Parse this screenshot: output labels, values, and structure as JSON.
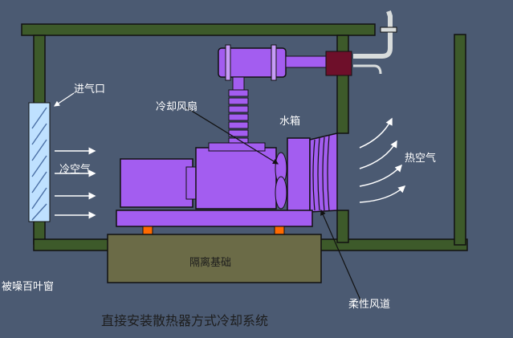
{
  "labels": {
    "air_inlet": "进气口",
    "cooling_fan": "冷却风扇",
    "water_tank": "水箱",
    "cold_air": "冷空气",
    "hot_air": "热空气",
    "isolation_base": "隔离基础",
    "louver": "被噪百叶窗",
    "flexible_duct": "柔性风道"
  },
  "caption": "直接安装散热器方式冷却系统",
  "colors": {
    "background": "#4b5a72",
    "wall": "#3d5a2a",
    "engine": "#a35df0",
    "base": "#6b6b47",
    "louver": "#bfe1ff",
    "pipe": "#d8dcdc",
    "valve": "#6e0f2a",
    "pad": "#ff6a00"
  }
}
